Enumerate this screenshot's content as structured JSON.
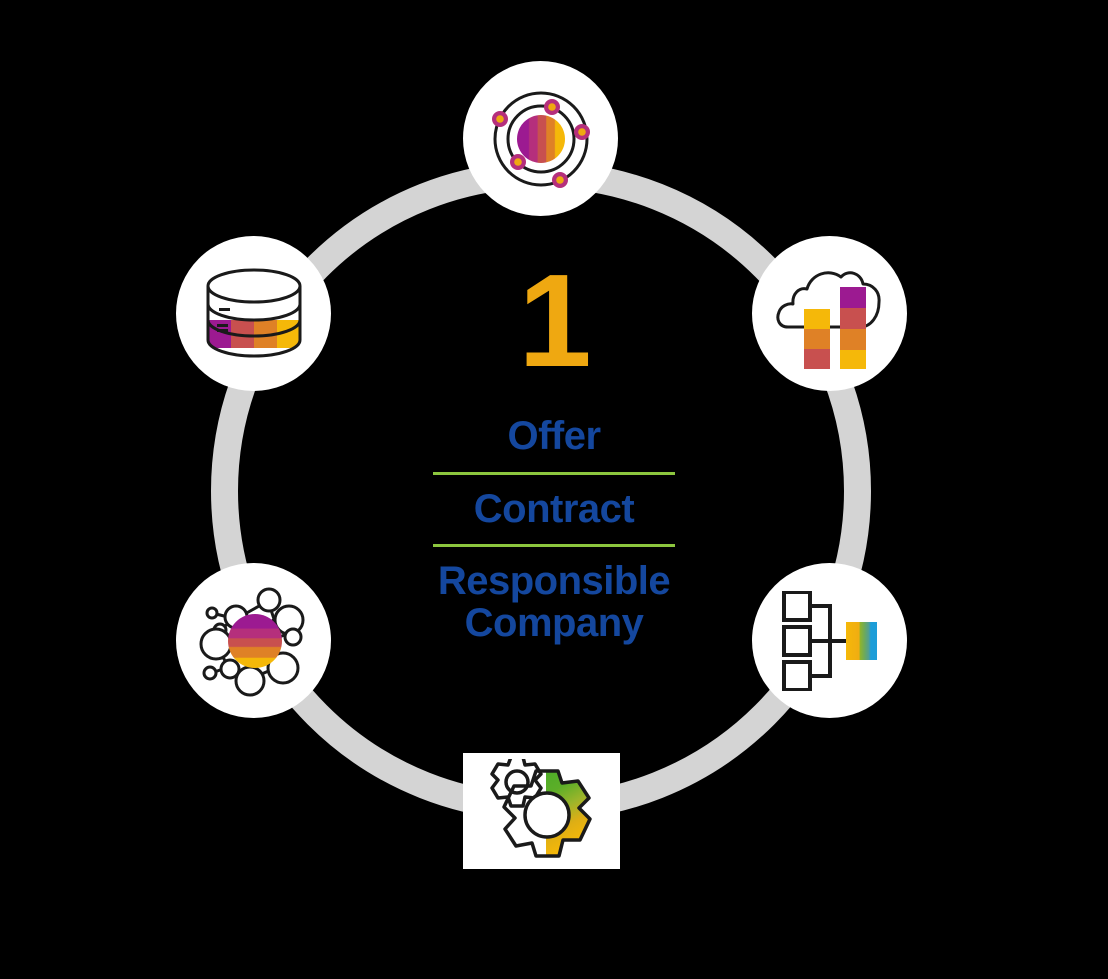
{
  "graphic": {
    "type": "circular-diagram",
    "background_color": "#000000",
    "ring_color": "#d4d4d4",
    "step_number": "1",
    "step_number_color": "#efa811",
    "label_color": "#14479e",
    "divider_color": "#8cc63e",
    "labels": [
      {
        "text": "Offer"
      },
      {
        "text": "Contract"
      },
      {
        "text": "Responsible"
      },
      {
        "text": "Company"
      }
    ]
  },
  "nodes": [
    {
      "id": "atom",
      "position": "top",
      "icon": "atom-icon",
      "shape": "circle"
    },
    {
      "id": "database",
      "position": "upper-left",
      "icon": "database-icon",
      "shape": "circle"
    },
    {
      "id": "cloud",
      "position": "upper-right",
      "icon": "cloud-chart-icon",
      "shape": "circle"
    },
    {
      "id": "network",
      "position": "lower-left",
      "icon": "network-nodes-icon",
      "shape": "circle"
    },
    {
      "id": "hierarchy",
      "position": "lower-right",
      "icon": "org-chart-icon",
      "shape": "circle"
    },
    {
      "id": "gears",
      "position": "bottom",
      "icon": "gears-icon",
      "shape": "square"
    }
  ],
  "palette": {
    "purple": "#9c1a91",
    "magenta": "#b52f7c",
    "red": "#c8504f",
    "orange": "#df8126",
    "amber": "#efa811",
    "yellow": "#f5b809",
    "green": "#4aab2d",
    "yellow_green": "#8fb42c",
    "teal": "#4f9f96",
    "blue": "#1d9dd8",
    "outline": "#1a1a1a",
    "white": "#ffffff"
  }
}
